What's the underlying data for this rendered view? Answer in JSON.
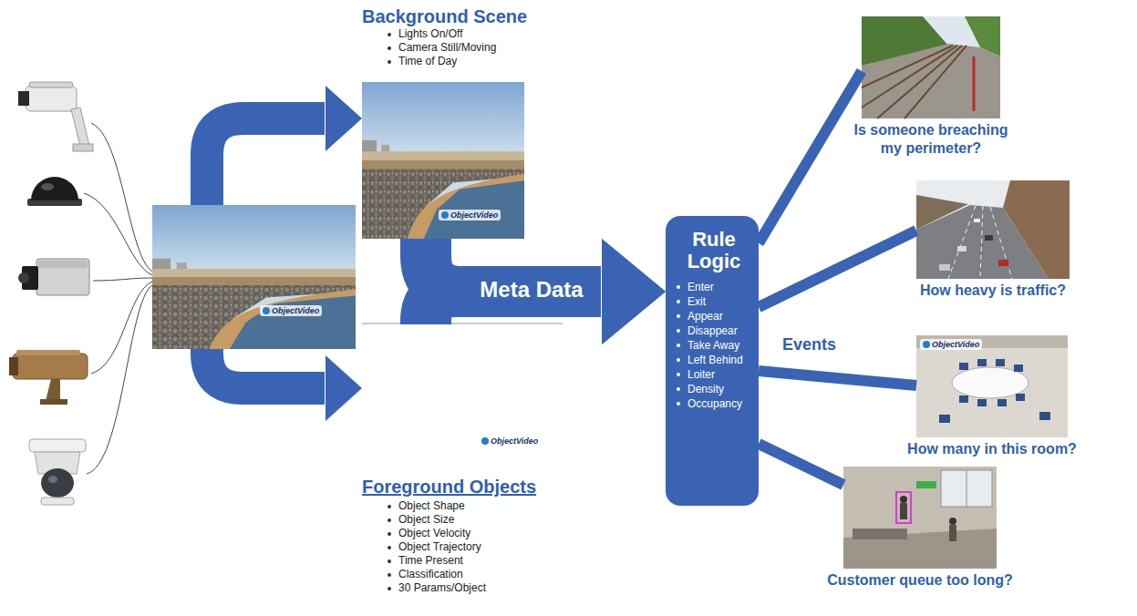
{
  "diagram": {
    "nodes": [
      {
        "text": [
          "ObjectVideo"
        ]
      },
      {
        "text": [
          "Background Scene",
          "Lights On/Off",
          "Camera Still/Moving",
          "Time of Day",
          "ObjectVideo"
        ]
      },
      {
        "text": [
          "ObjectVideo",
          "Foreground Objects",
          "Object Shape",
          "Object Size",
          "Object Velocity",
          "Object Trajectory",
          "Time Present",
          "Classification",
          "30 Params/Object"
        ]
      },
      {
        "text": [
          "Rule Logic",
          "Enter",
          "Exit",
          "Appear",
          "Disappear",
          "Take Away",
          "Left Behind",
          "Loiter",
          "Density",
          "Occupancy"
        ]
      },
      {
        "text": [
          "Is someone breaching my perimeter?"
        ]
      },
      {
        "text": [
          "How heavy is traffic?"
        ]
      },
      {
        "text": [
          "ObjectVideo",
          "How many in this room?"
        ]
      },
      {
        "text": [
          "Customer queue too long?"
        ]
      }
    ],
    "edges": [
      {
        "from": 0,
        "to": 1,
        "arrow": "to"
      },
      {
        "from": 0,
        "to": 2,
        "arrow": "to"
      },
      {
        "from": 1,
        "to": 3,
        "label": "Meta Data",
        "arrow": "to"
      },
      {
        "from": 2,
        "to": 3,
        "arrow": "to"
      },
      {
        "from": 3,
        "to": 4,
        "arrow": "none"
      },
      {
        "from": 3,
        "to": 5,
        "arrow": "none"
      },
      {
        "from": 3,
        "to": 6,
        "arrow": "none"
      },
      {
        "from": 3,
        "to": 7,
        "arrow": "none"
      }
    ],
    "labels": [
      "Events"
    ]
  }
}
